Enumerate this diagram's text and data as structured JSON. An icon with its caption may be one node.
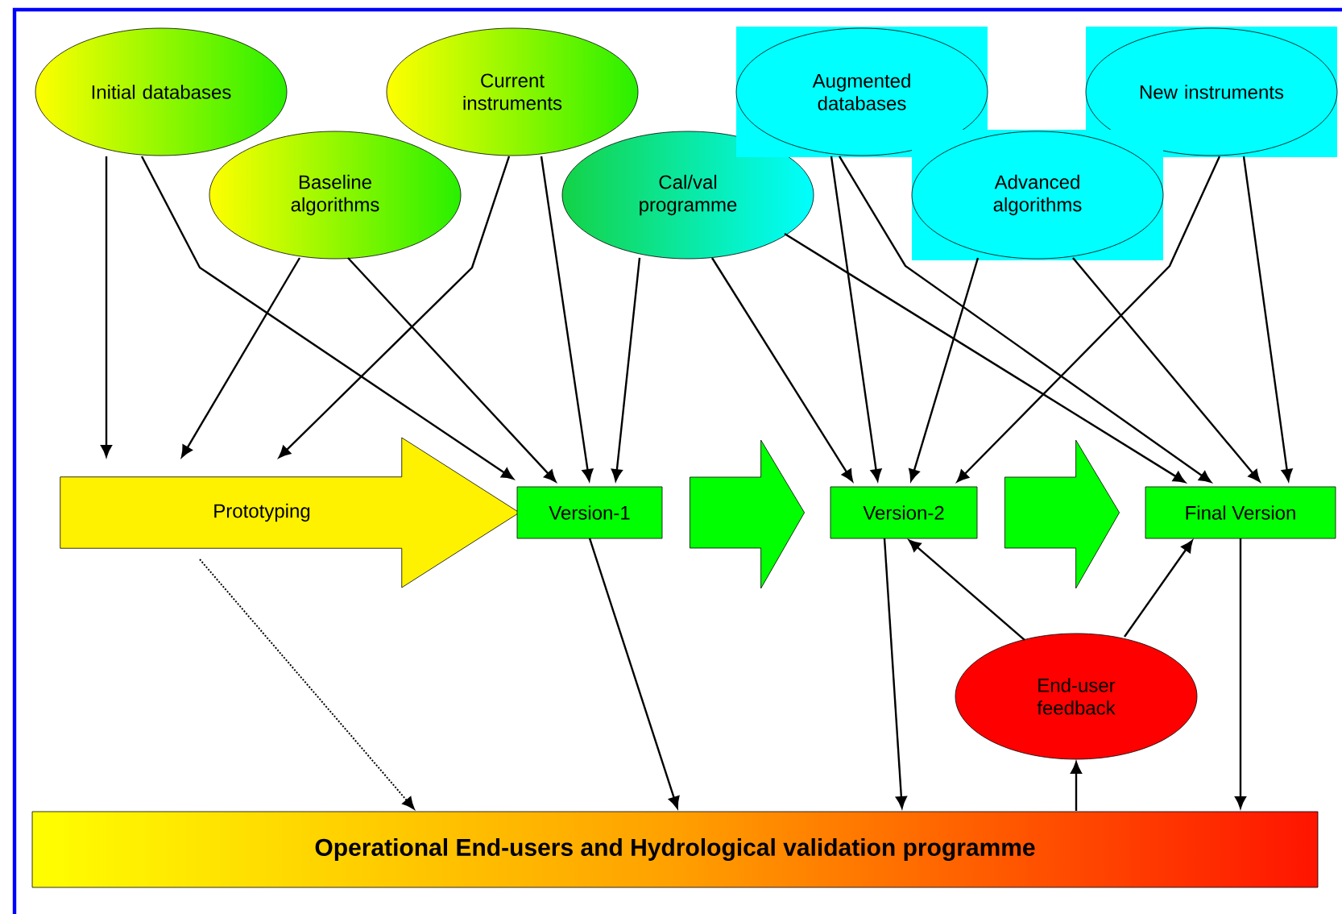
{
  "diagram": {
    "nodes": [
      {
        "text": [
          "Initial databases"
        ]
      },
      {
        "text": [
          "Current instruments"
        ]
      },
      {
        "text": [
          "Baseline algorithms"
        ]
      },
      {
        "text": [
          "Cal/val programme"
        ]
      },
      {
        "text": [
          "Augmented databases"
        ]
      },
      {
        "text": [
          "New instruments"
        ]
      },
      {
        "text": [
          "Advanced algorithms"
        ]
      },
      {
        "text": [
          "Prototyping"
        ]
      },
      {
        "text": [
          "Version-1"
        ]
      },
      {
        "text": [
          "Version-2"
        ]
      },
      {
        "text": [
          "Final Version"
        ]
      },
      {
        "text": [
          "End-user feedback"
        ]
      },
      {
        "text": [
          "Operational End-users and Hydrological validation programme"
        ]
      }
    ],
    "edges": [
      {
        "from": 0,
        "to": 7,
        "arrow": "to"
      },
      {
        "from": 0,
        "to": 8,
        "arrow": "to"
      },
      {
        "from": 2,
        "to": 7,
        "arrow": "to"
      },
      {
        "from": 2,
        "to": 8,
        "arrow": "to"
      },
      {
        "from": 1,
        "to": 7,
        "arrow": "to"
      },
      {
        "from": 1,
        "to": 8,
        "arrow": "to"
      },
      {
        "from": 3,
        "to": 8,
        "arrow": "to"
      },
      {
        "from": 3,
        "to": 9,
        "arrow": "to"
      },
      {
        "from": 3,
        "to": 10,
        "arrow": "to"
      },
      {
        "from": 4,
        "to": 9,
        "arrow": "to"
      },
      {
        "from": 4,
        "to": 10,
        "arrow": "to"
      },
      {
        "from": 6,
        "to": 9,
        "arrow": "to"
      },
      {
        "from": 6,
        "to": 10,
        "arrow": "to"
      },
      {
        "from": 5,
        "to": 9,
        "arrow": "to"
      },
      {
        "from": 5,
        "to": 10,
        "arrow": "to"
      },
      {
        "from": 7,
        "to": 12,
        "arrow": "to",
        "style": "dashed"
      },
      {
        "from": 8,
        "to": 12,
        "arrow": "to"
      },
      {
        "from": 9,
        "to": 12,
        "arrow": "to"
      },
      {
        "from": 10,
        "to": 12,
        "arrow": "to"
      },
      {
        "from": 12,
        "to": 11,
        "arrow": "to"
      },
      {
        "from": 11,
        "to": 9,
        "arrow": "to"
      },
      {
        "from": 11,
        "to": 10,
        "arrow": "to"
      },
      {
        "from": 8,
        "to": 9,
        "arrow": "to",
        "style": "thick",
        "color": "#00ff00"
      },
      {
        "from": 9,
        "to": 10,
        "arrow": "to",
        "style": "thick",
        "color": "#00ff00"
      }
    ]
  }
}
